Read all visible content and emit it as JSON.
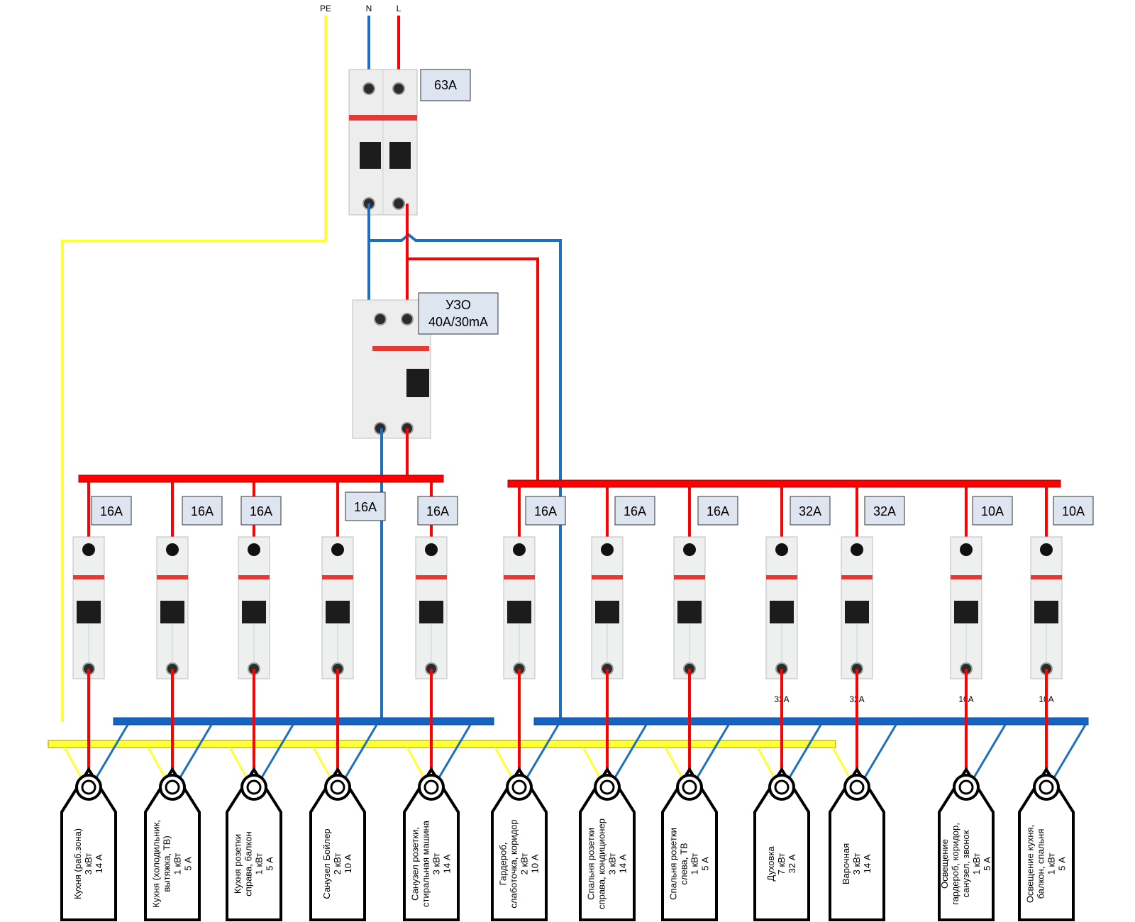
{
  "inputs": {
    "pe": "PE",
    "n": "N",
    "l": "L"
  },
  "main_breaker": {
    "label": "63A"
  },
  "rcd": {
    "line1": "УЗО",
    "line2": "40A/30mA"
  },
  "colors": {
    "phase": "#ff0000",
    "neutral": "#1f6fbf",
    "ground": "#ffff33",
    "bus_neutral": "#1565c0"
  },
  "breakers": [
    {
      "rating": "16A",
      "bottom": ""
    },
    {
      "rating": "16A",
      "bottom": ""
    },
    {
      "rating": "16A",
      "bottom": ""
    },
    {
      "rating": "16A",
      "bottom": ""
    },
    {
      "rating": "16A",
      "bottom": ""
    },
    {
      "rating": "16A",
      "bottom": ""
    },
    {
      "rating": "16A",
      "bottom": ""
    },
    {
      "rating": "16A",
      "bottom": ""
    },
    {
      "rating": "32A",
      "bottom": "32A"
    },
    {
      "rating": "32A",
      "bottom": "32A"
    },
    {
      "rating": "10A",
      "bottom": "10A"
    },
    {
      "rating": "10A",
      "bottom": "10A"
    }
  ],
  "circuits": [
    {
      "lines": [
        "Кухня (раб.зона)",
        "3 кВт",
        "14 А"
      ]
    },
    {
      "lines": [
        "Кухня (холодильник,",
        "вытяжка, ТВ)",
        "1 кВт",
        "5 А"
      ]
    },
    {
      "lines": [
        "Кухня розетки",
        "справа, балкон",
        "1 кВт",
        "5 А"
      ]
    },
    {
      "lines": [
        "Санузел Бойлер",
        "2 кВт",
        "10 А"
      ]
    },
    {
      "lines": [
        "Санузел розетки,",
        "стиральная машина",
        "3 кВт",
        "14 А"
      ]
    },
    {
      "lines": [
        "Гардероб,",
        "слаботочка, коридор",
        "2 кВт",
        "10 А"
      ]
    },
    {
      "lines": [
        "Спальня розетки",
        "справа, кондиционер",
        "3 кВт",
        "14 А"
      ]
    },
    {
      "lines": [
        "Спальня розетки",
        "слева, ТВ",
        "1 кВт",
        "5 А"
      ]
    },
    {
      "lines": [
        "Духовка",
        "7 кВт",
        "32 А"
      ]
    },
    {
      "lines": [
        "Варочная",
        "3 кВт",
        "14 А"
      ]
    },
    {
      "lines": [
        "Освещение",
        "гардероб, коридор,",
        "санузел, звонок",
        "1 кВт",
        "5 А"
      ]
    },
    {
      "lines": [
        "Освещение кухня,",
        "балкон, спальня",
        "1 кВт",
        "5 А"
      ]
    }
  ]
}
